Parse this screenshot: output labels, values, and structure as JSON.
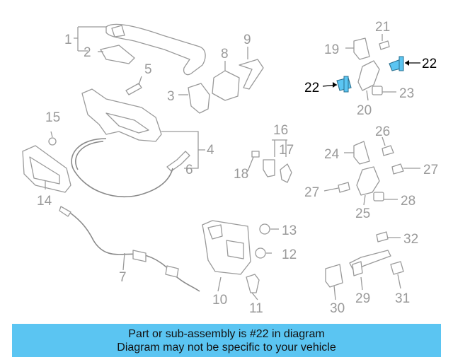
{
  "diagram": {
    "highlighted_part": "22",
    "callouts": [
      "1",
      "2",
      "3",
      "4",
      "5",
      "6",
      "7",
      "8",
      "9",
      "10",
      "11",
      "12",
      "13",
      "14",
      "15",
      "16",
      "17",
      "18",
      "19",
      "20",
      "21",
      "22",
      "23",
      "24",
      "25",
      "26",
      "27",
      "28",
      "29",
      "30",
      "31",
      "32"
    ]
  },
  "banner": {
    "line1": "Part or sub-assembly is #22 in diagram",
    "line2": "Diagram may not be specific to your vehicle",
    "background_color": "#5bc5f2"
  },
  "colors": {
    "part_line": "#9a9a9a",
    "highlight_part": "#5bc5f2",
    "highlight_text": "#000000"
  }
}
